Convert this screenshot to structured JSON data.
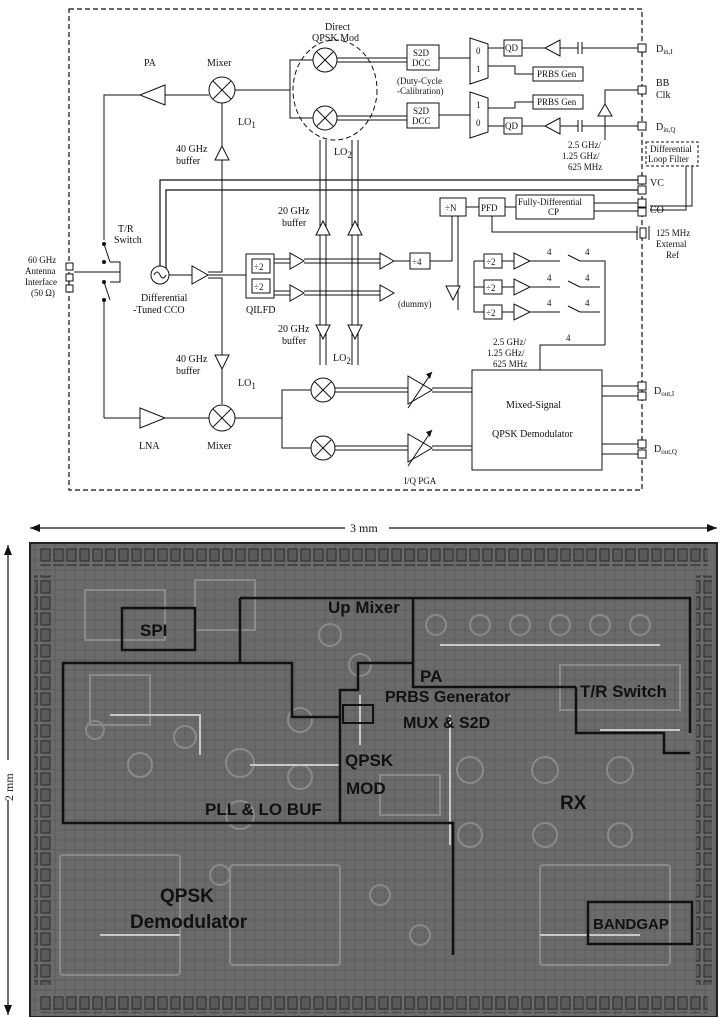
{
  "diagram": {
    "pa": "PA",
    "lna": "LNA",
    "mixer_tx": "Mixer",
    "mixer_rx": "Mixer",
    "lo1_tx": "LO",
    "lo1_rx": "LO",
    "lo2_tx": "LO",
    "lo2_rx": "LO",
    "sub1": "1",
    "sub2": "2",
    "direct_qpsk_1": "Direct",
    "direct_qpsk_2": "QPSK Mod",
    "s2d_dcc": [
      "S2D",
      "DCC"
    ],
    "duty_cycle": [
      "(Duty-Cycle",
      "-Calibration)"
    ],
    "prbs_gen": "PRBS Gen",
    "mux0": "0",
    "mux1": "1",
    "qd": "QD",
    "din_i": "D",
    "din_i_sub": "in,I",
    "din_q": "D",
    "din_q_sub": "in,Q",
    "bb_clk": [
      "BB",
      "Clk"
    ],
    "freq_tx": [
      "2.5 GHz/",
      "1.25 GHz/",
      "625 MHz"
    ],
    "freq_rx": [
      "2.5 GHz/",
      "1.25 GHz/",
      "625 MHz"
    ],
    "diff_loop_filter": [
      "Differential",
      "Loop Filter"
    ],
    "vc": "VC",
    "co": "CO",
    "ref": [
      "125 MHz",
      "External",
      "Ref"
    ],
    "div_n": "÷N",
    "pfd": "PFD",
    "fully_diff_cp": [
      "Fully-Differential",
      "CP"
    ],
    "div4": "÷4",
    "div2": "÷2",
    "four": "4",
    "buf40_tx": [
      "40 GHz",
      "buffer"
    ],
    "buf40_rx": [
      "40 GHz",
      "buffer"
    ],
    "buf20_tx": [
      "20 GHz",
      "buffer"
    ],
    "buf20_rx": [
      "20 GHz",
      "buffer"
    ],
    "tr_switch": [
      "T/R",
      "Switch"
    ],
    "antenna": [
      "60 GHz",
      "Antenna",
      "Interface",
      "(50 Ω)"
    ],
    "cco": [
      "Differential",
      "-Tuned CCO"
    ],
    "qilfd": "QILFD",
    "dummy": "(dummy)",
    "mixed_signal": "Mixed-Signal",
    "qpsk_demod": "QPSK Demodulator",
    "iq_pga": "I/Q PGA",
    "dout_i": "D",
    "dout_i_sub": "out,I",
    "dout_q": "D",
    "dout_q_sub": "out,Q"
  },
  "chip": {
    "width_label": "3 mm",
    "height_label": "2 mm",
    "spi": "SPI",
    "up_mixer": "Up Mixer",
    "pa": "PA",
    "prbs_gen": "PRBS Generator",
    "mux_s2d": "MUX & S2D",
    "tr_switch": "T/R Switch",
    "qpsk_mod_1": "QPSK",
    "qpsk_mod_2": "MOD",
    "pll_lo_buf": "PLL & LO BUF",
    "rx": "RX",
    "qpsk_demod_1": "QPSK",
    "qpsk_demod_2": "Demodulator",
    "bandgap": "BANDGAP"
  }
}
